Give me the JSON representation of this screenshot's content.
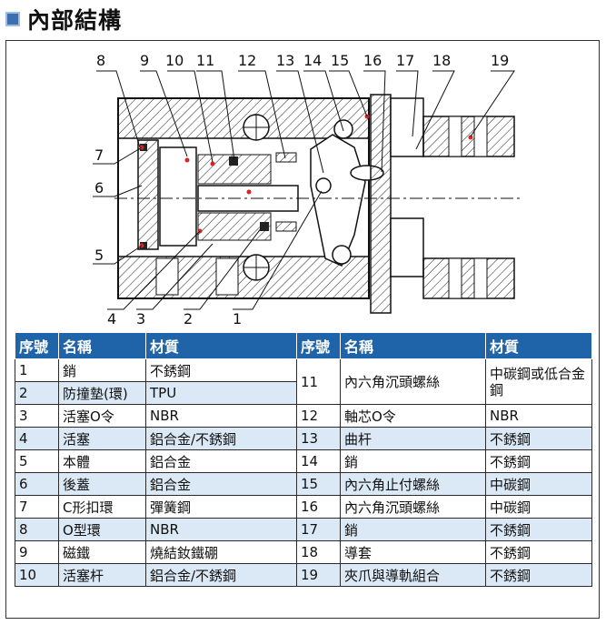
{
  "heading": {
    "title": "內部結構"
  },
  "diagram": {
    "callouts": [
      "1",
      "2",
      "3",
      "4",
      "5",
      "6",
      "7",
      "8",
      "9",
      "10",
      "11",
      "12",
      "13",
      "14",
      "15",
      "16",
      "17",
      "18",
      "19"
    ]
  },
  "table": {
    "headers": {
      "no": "序號",
      "name": "名稱",
      "material": "材質"
    },
    "rows": [
      {
        "l": {
          "no": "1",
          "name": "銷",
          "mat": "不銹鋼"
        },
        "r": {
          "no": "11",
          "name": "內六角沉頭螺絲",
          "mat": "中碳鋼或低合金鋼"
        }
      },
      {
        "l": {
          "no": "2",
          "name": "防撞墊(環)",
          "mat": "TPU"
        }
      },
      {
        "l": {
          "no": "3",
          "name": "活塞O令",
          "mat": "NBR"
        },
        "r": {
          "no": "12",
          "name": "軸芯O令",
          "mat": "NBR"
        }
      },
      {
        "l": {
          "no": "4",
          "name": "活塞",
          "mat": "鋁合金/不銹鋼"
        },
        "r": {
          "no": "13",
          "name": "曲杆",
          "mat": "不銹鋼"
        }
      },
      {
        "l": {
          "no": "5",
          "name": "本體",
          "mat": "鋁合金"
        },
        "r": {
          "no": "14",
          "name": "銷",
          "mat": "不銹鋼"
        }
      },
      {
        "l": {
          "no": "6",
          "name": "後蓋",
          "mat": "鋁合金"
        },
        "r": {
          "no": "15",
          "name": "內六角止付螺絲",
          "mat": "中碳鋼"
        }
      },
      {
        "l": {
          "no": "7",
          "name": "C形扣環",
          "mat": "彈簧鋼"
        },
        "r": {
          "no": "16",
          "name": "內六角沉頭螺絲",
          "mat": "中碳鋼"
        }
      },
      {
        "l": {
          "no": "8",
          "name": "O型環",
          "mat": "NBR"
        },
        "r": {
          "no": "17",
          "name": "銷",
          "mat": "不銹鋼"
        }
      },
      {
        "l": {
          "no": "9",
          "name": "磁鐵",
          "mat": "燒結釹鐵硼"
        },
        "r": {
          "no": "18",
          "name": "導套",
          "mat": "不銹鋼"
        }
      },
      {
        "l": {
          "no": "10",
          "name": "活塞杆",
          "mat": "鋁合金/不銹鋼"
        },
        "r": {
          "no": "19",
          "name": "夾爪與導軌組合",
          "mat": "不銹鋼"
        }
      }
    ]
  },
  "colors": {
    "header_blue": "#1f64a8",
    "row_shade": "#dbe8f5",
    "heading_icon": "#3d6fb0"
  }
}
